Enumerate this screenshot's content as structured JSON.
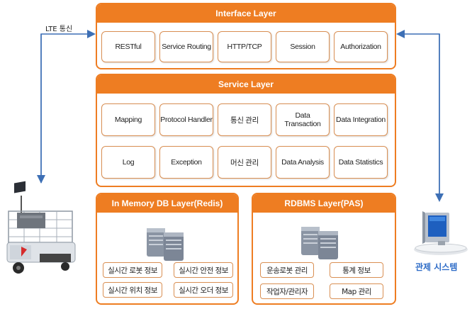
{
  "interface_layer": {
    "title": "Interface Layer",
    "items": [
      "RESTful",
      "Service Routing",
      "HTTP/TCP",
      "Session",
      "Authorization"
    ]
  },
  "service_layer": {
    "title": "Service Layer",
    "row1": [
      "Mapping",
      "Protocol Handler",
      "통신 관리",
      "Data Transaction",
      "Data Integration"
    ],
    "row2": [
      "Log",
      "Exception",
      "머신 관리",
      "Data Analysis",
      "Data Statistics"
    ]
  },
  "memory_db_layer": {
    "title": "In Memory DB Layer(Redis)",
    "items": [
      "실시간 로봇 정보",
      "실시간 안전 정보",
      "실시간 위치 정보",
      "실시간 오더 정보"
    ]
  },
  "rdbms_layer": {
    "title": "RDBMS Layer(PAS)",
    "items": [
      "운송로봇 관리",
      "통계 정보",
      "작업자/관리자",
      "Map 관리"
    ]
  },
  "lte_label": "LTE 통신",
  "control_system_label": "관제 시스템",
  "colors": {
    "accent": "#ee7d22",
    "arrow": "#3d6fb5",
    "control_text": "#2e6cc7"
  }
}
